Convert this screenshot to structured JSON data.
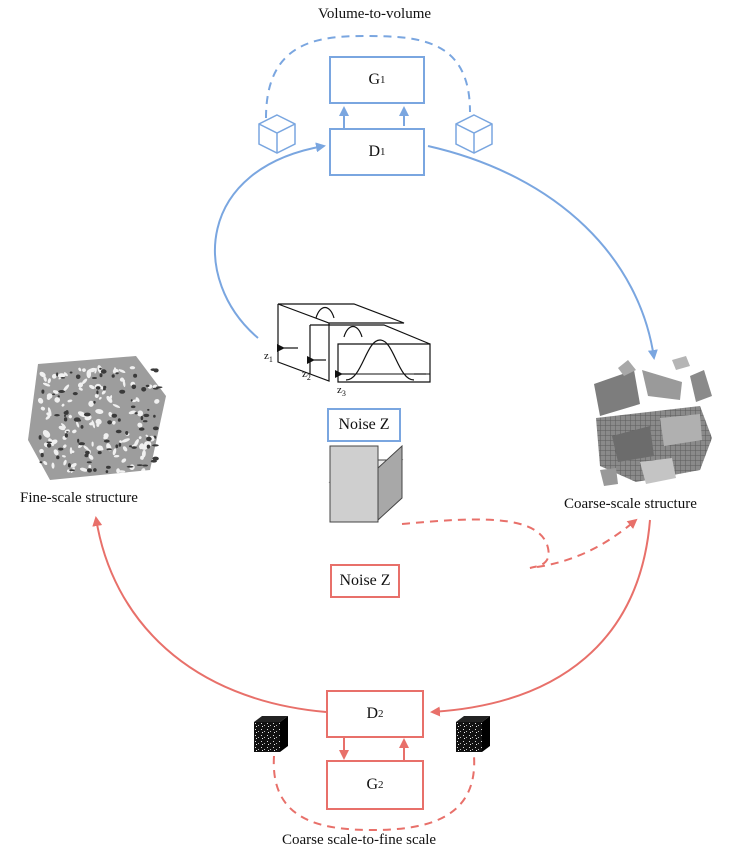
{
  "titles": {
    "top": "Volume-to-volume",
    "bottom": "Coarse scale-to-fine scale"
  },
  "networks": {
    "g1": {
      "base": "G",
      "sub": "1"
    },
    "d1": {
      "base": "D",
      "sub": "1"
    },
    "d2": {
      "base": "D",
      "sub": "2"
    },
    "g2": {
      "base": "G",
      "sub": "2"
    }
  },
  "noise": {
    "top_label": "Noise Z",
    "bottom_label": "Noise Z",
    "axes": [
      {
        "base": "z",
        "sub": "1"
      },
      {
        "base": "z",
        "sub": "2"
      },
      {
        "base": "z",
        "sub": "3"
      }
    ]
  },
  "structures": {
    "fine": "Fine-scale  structure",
    "coarse": "Coarse-scale  structure"
  },
  "colors": {
    "blue": "#7aa6e0",
    "red": "#e8706a",
    "ink": "#111111"
  },
  "icons": [
    "cube-icon",
    "volume-sample-icon",
    "noise-distribution-icon",
    "porous-structure-icon"
  ]
}
